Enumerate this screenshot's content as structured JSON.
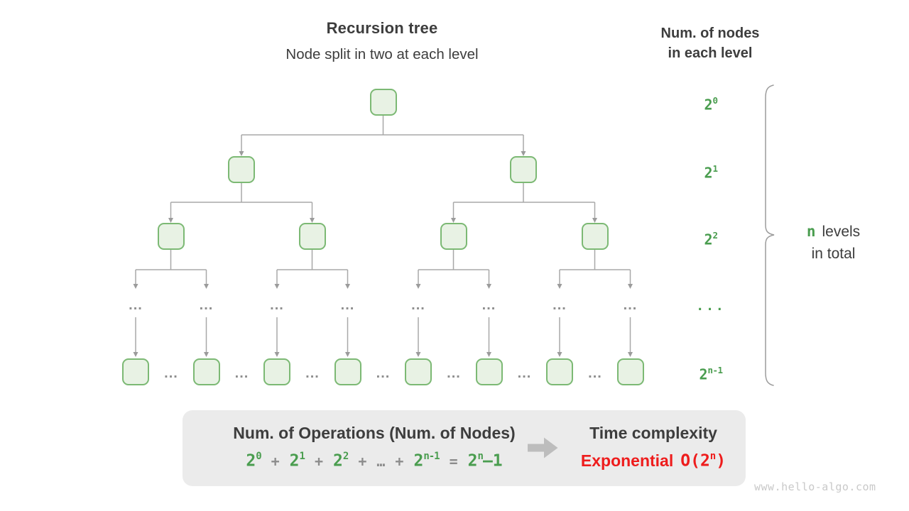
{
  "header": {
    "title": "Recursion tree",
    "subtitle": "Node split in two at each level"
  },
  "right_header": {
    "line1": "Num. of nodes",
    "line2": "in each level"
  },
  "tree": {
    "ellipsis": "...",
    "levels_node_counts": [
      1,
      2,
      4,
      8
    ]
  },
  "level_labels": [
    {
      "base": "2",
      "sup": "0"
    },
    {
      "base": "2",
      "sup": "1"
    },
    {
      "base": "2",
      "sup": "2"
    },
    {
      "dots": "..."
    },
    {
      "base": "2",
      "sup": "n-1"
    }
  ],
  "brace_note": {
    "var": "n",
    "text1": "levels",
    "text2": "in total"
  },
  "summary": {
    "operations_title": "Num. of Operations (Num. of Nodes)",
    "formula_terms": [
      {
        "base": "2",
        "sup": "0"
      },
      {
        "op": "+"
      },
      {
        "base": "2",
        "sup": "1"
      },
      {
        "op": "+"
      },
      {
        "base": "2",
        "sup": "2"
      },
      {
        "op": "+"
      },
      {
        "op": "…"
      },
      {
        "op": "+"
      },
      {
        "base": "2",
        "sup": "n-1"
      },
      {
        "op": "="
      },
      {
        "base": "2",
        "sup": "n",
        "tail": "–1"
      }
    ],
    "time_title": "Time complexity",
    "complexity_word": "Exponential",
    "complexity_pre": "O(2",
    "complexity_sup": "n",
    "complexity_post": ")"
  },
  "watermark": "www.hello-algo.com",
  "colors": {
    "green": "#4a9d4f",
    "red": "#ee1c1c",
    "node_fill": "#e8f2e4",
    "node_border": "#7cb974",
    "connector_gray": "#a8a8a8",
    "panel_bg": "#ebebeb",
    "text_dark": "#3d3d3d",
    "operator_gray": "#8c8c8c",
    "watermark_gray": "#c9c9c9",
    "arrow_gray": "#bdbdbd"
  }
}
